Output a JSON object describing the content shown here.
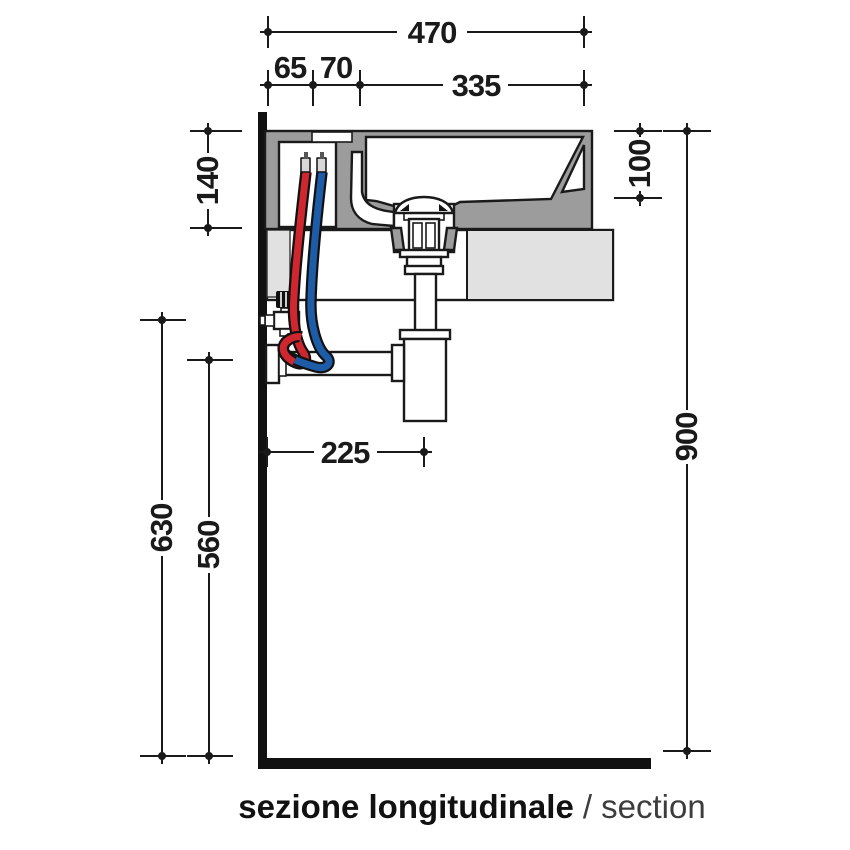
{
  "caption": {
    "primary": "sezione longitudinale",
    "secondary": "/ section"
  },
  "dimensions": {
    "overall_width": "470",
    "left_hole_offset": "65",
    "second_hole_offset": "70",
    "basin_span": "335",
    "body_height": "140",
    "inner_depth": "100",
    "overall_height": "900",
    "supply_height": "630",
    "waste_height": "560",
    "trap_wall_distance": "225"
  },
  "legend": {
    "hot_supply_color": "#cf2730",
    "cold_supply_color": "#1e5ca8",
    "ceramic_section_color": "#9c9c9c",
    "counter_section_color": "#e1e1e1",
    "line_color": "#1a1a1a"
  }
}
